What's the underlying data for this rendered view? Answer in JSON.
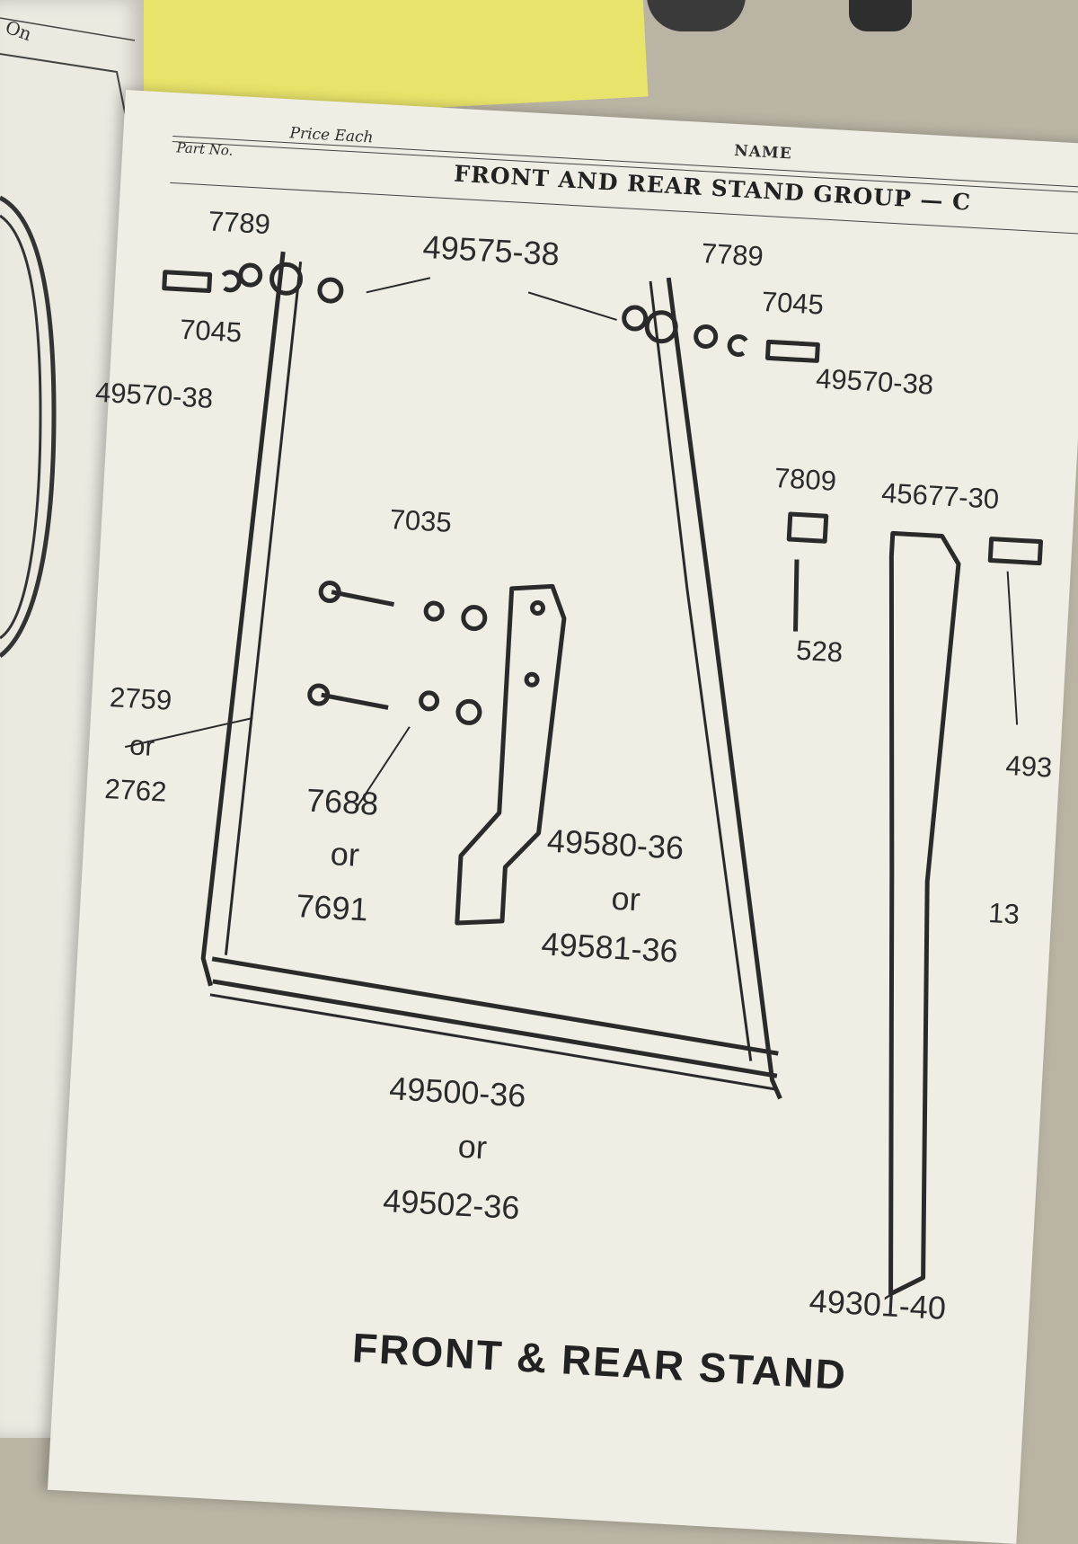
{
  "header": {
    "part_no_label": "Part No.",
    "price_each_label": "Price Each",
    "name_label": "NAME",
    "group_title": "FRONT AND REAR STAND GROUP — C"
  },
  "left_page": {
    "corner_text": "On"
  },
  "labels": {
    "washer_top_left": "7789",
    "washer_top_right": "7789",
    "spacer_washer": "49575-38",
    "lockwasher_right": "7045",
    "lockwasher_left": "7045",
    "bolt_right": "49570-38",
    "bolt_left": "49570-38",
    "nut_528_top": "7809",
    "pin_45677": "45677-30",
    "cotter_pin": "528",
    "lockwasher_7035": "7035",
    "screw_a": "2759",
    "screw_or": "or",
    "screw_b": "2762",
    "nut_a": "7688",
    "nut_or": "or",
    "nut_b": "7691",
    "foot_a": "49580-36",
    "foot_or": "or",
    "foot_b": "49581-36",
    "stand_a": "49500-36",
    "stand_or": "or",
    "stand_b": "49502-36",
    "right_part_493": "493",
    "right_part_13": "13",
    "side_stand": "49301-40"
  },
  "caption": "FRONT & REAR STAND"
}
